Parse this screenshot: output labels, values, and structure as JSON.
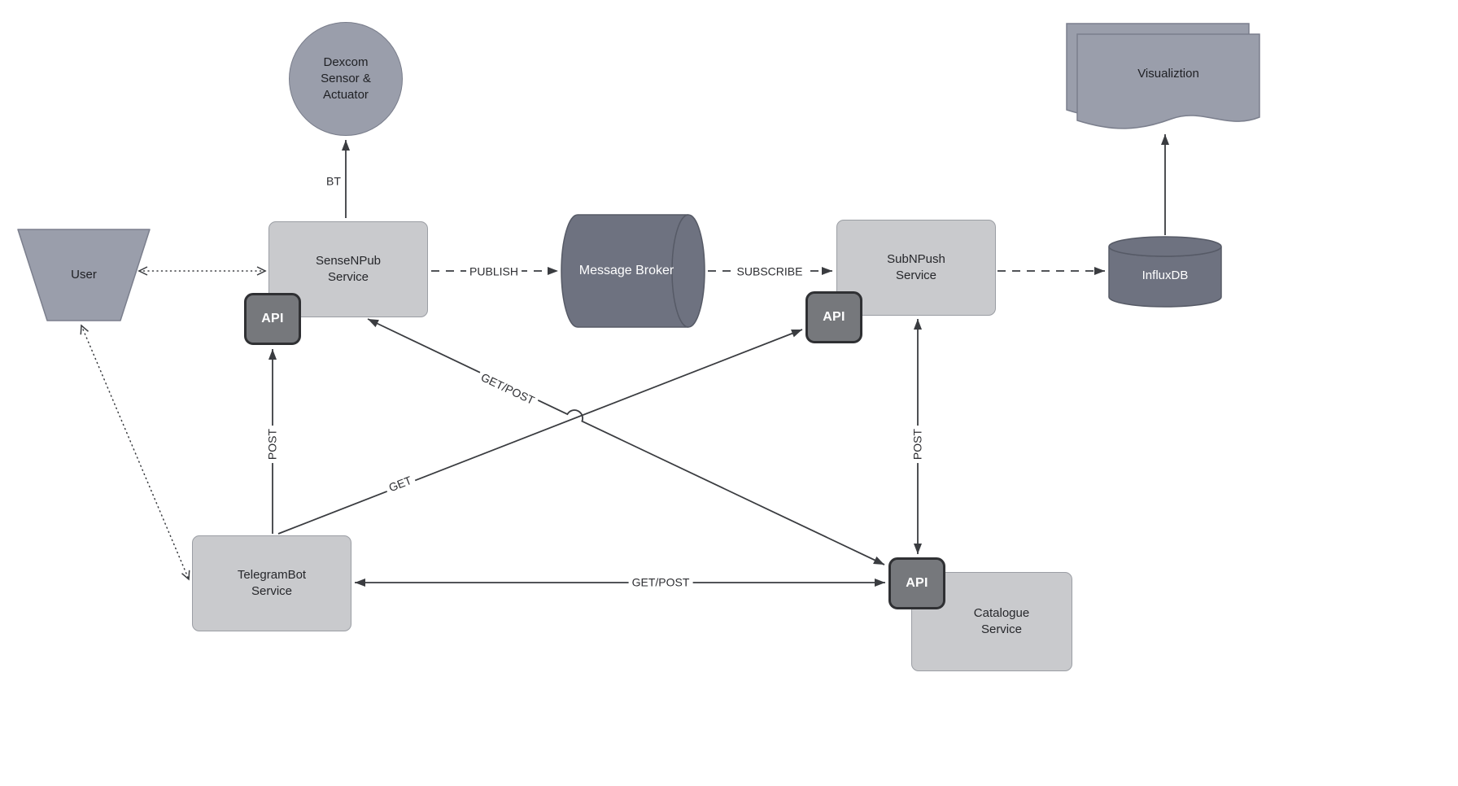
{
  "colors": {
    "node_light": "#c9cacd",
    "node_medium": "#9a9eab",
    "node_dark": "#6e7280",
    "badge_fill": "#76787c",
    "badge_border": "#2f3033",
    "line": "#3a3c40",
    "background": "#ffffff"
  },
  "nodes": {
    "user": {
      "label": "User",
      "shape": "trapezoid"
    },
    "dexcom": {
      "label": "Dexcom\nSensor &\nActuator",
      "shape": "circle"
    },
    "sensenpub": {
      "label": "SenseNPub\nService",
      "shape": "rounded-rect"
    },
    "sensenpub_api": {
      "label": "API",
      "shape": "badge"
    },
    "message_broker": {
      "label": "Message Broker",
      "shape": "horizontal-cylinder"
    },
    "subnpush": {
      "label": "SubNPush\nService",
      "shape": "rounded-rect"
    },
    "subnpush_api": {
      "label": "API",
      "shape": "badge"
    },
    "influxdb": {
      "label": "InfluxDB",
      "shape": "cylinder"
    },
    "visualization": {
      "label": "Visualiztion",
      "shape": "document"
    },
    "telegrambot": {
      "label": "TelegramBot\nService",
      "shape": "rounded-rect"
    },
    "catalogue": {
      "label": "Catalogue\nService",
      "shape": "rounded-rect"
    },
    "catalogue_api": {
      "label": "API",
      "shape": "badge"
    }
  },
  "edges": {
    "bt": {
      "label": "BT",
      "from": "sensenpub",
      "to": "dexcom",
      "style": "solid"
    },
    "user_sensenpub": {
      "from": "user",
      "to": "sensenpub",
      "style": "dotted",
      "bidirectional": true
    },
    "user_telegrambot": {
      "from": "user",
      "to": "telegrambot",
      "style": "dotted",
      "bidirectional": true
    },
    "publish": {
      "label": "PUBLISH",
      "from": "sensenpub",
      "to": "message_broker",
      "style": "dashed"
    },
    "subscribe": {
      "label": "SUBSCRIBE",
      "from": "message_broker",
      "to": "subnpush",
      "style": "dashed"
    },
    "subnpush_influxdb": {
      "from": "subnpush",
      "to": "influxdb",
      "style": "dashed"
    },
    "influxdb_visualization": {
      "from": "influxdb",
      "to": "visualization",
      "style": "solid"
    },
    "post_left": {
      "label": "POST",
      "from": "telegrambot",
      "to": "sensenpub_api",
      "style": "solid"
    },
    "get": {
      "label": "GET",
      "from": "telegrambot",
      "to": "subnpush_api",
      "style": "solid"
    },
    "get_post_diagonal": {
      "label": "GET/POST",
      "from": "sensenpub",
      "to": "catalogue_api",
      "style": "solid",
      "bidirectional": true
    },
    "post_right": {
      "label": "POST",
      "from": "subnpush",
      "to": "catalogue_api",
      "style": "solid",
      "bidirectional": true
    },
    "get_post_horizontal": {
      "label": "GET/POST",
      "from": "catalogue_api",
      "to": "telegrambot",
      "style": "solid",
      "bidirectional": true
    }
  }
}
